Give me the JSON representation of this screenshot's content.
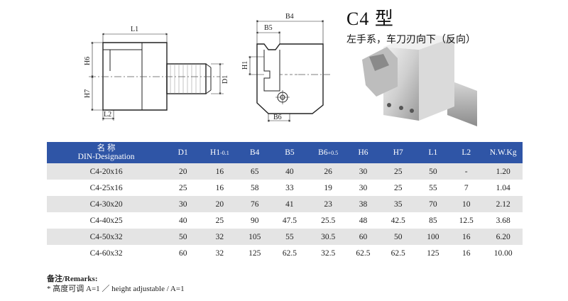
{
  "title": {
    "model": "C4 型",
    "subtitle": "左手系，车刀刃向下（反向）"
  },
  "drawing_labels": {
    "l1": "L1",
    "l2": "L2",
    "h6": "H6",
    "h7": "H7",
    "d1": "D1",
    "b4": "B4",
    "b5": "B5",
    "b6": "B6",
    "h1": "H1"
  },
  "table": {
    "headers": [
      {
        "main": "名 称",
        "second": "DIN-Designation"
      },
      {
        "main": "D1",
        "sub": ""
      },
      {
        "main": "H1",
        "sub": "-0.1"
      },
      {
        "main": "B4",
        "sub": ""
      },
      {
        "main": "B5",
        "sub": ""
      },
      {
        "main": "B6",
        "sub": "+0.5"
      },
      {
        "main": "H6",
        "sub": ""
      },
      {
        "main": "H7",
        "sub": ""
      },
      {
        "main": "L1",
        "sub": ""
      },
      {
        "main": "L2",
        "sub": ""
      },
      {
        "main": "N.W.Kg",
        "sub": ""
      }
    ],
    "rows": [
      [
        "C4-20x16",
        "20",
        "16",
        "65",
        "40",
        "26",
        "30",
        "25",
        "50",
        "-",
        "1.20"
      ],
      [
        "C4-25x16",
        "25",
        "16",
        "58",
        "33",
        "19",
        "30",
        "25",
        "55",
        "7",
        "1.04"
      ],
      [
        "C4-30x20",
        "30",
        "20",
        "76",
        "41",
        "23",
        "38",
        "35",
        "70",
        "10",
        "2.12"
      ],
      [
        "C4-40x25",
        "40",
        "25",
        "90",
        "47.5",
        "25.5",
        "48",
        "42.5",
        "85",
        "12.5",
        "3.68"
      ],
      [
        "C4-50x32",
        "50",
        "32",
        "105",
        "55",
        "30.5",
        "60",
        "50",
        "100",
        "16",
        "6.20"
      ],
      [
        "C4-60x32",
        "60",
        "32",
        "125",
        "62.5",
        "32.5",
        "62.5",
        "62.5",
        "125",
        "16",
        "10.00"
      ]
    ]
  },
  "remarks": {
    "title": "备注/Remarks:",
    "line": "* 高度可调 A=1 ／ height adjustable / A=1"
  },
  "colors": {
    "header_bg": "#2f55a6",
    "stripe": "#e4e4e4"
  }
}
